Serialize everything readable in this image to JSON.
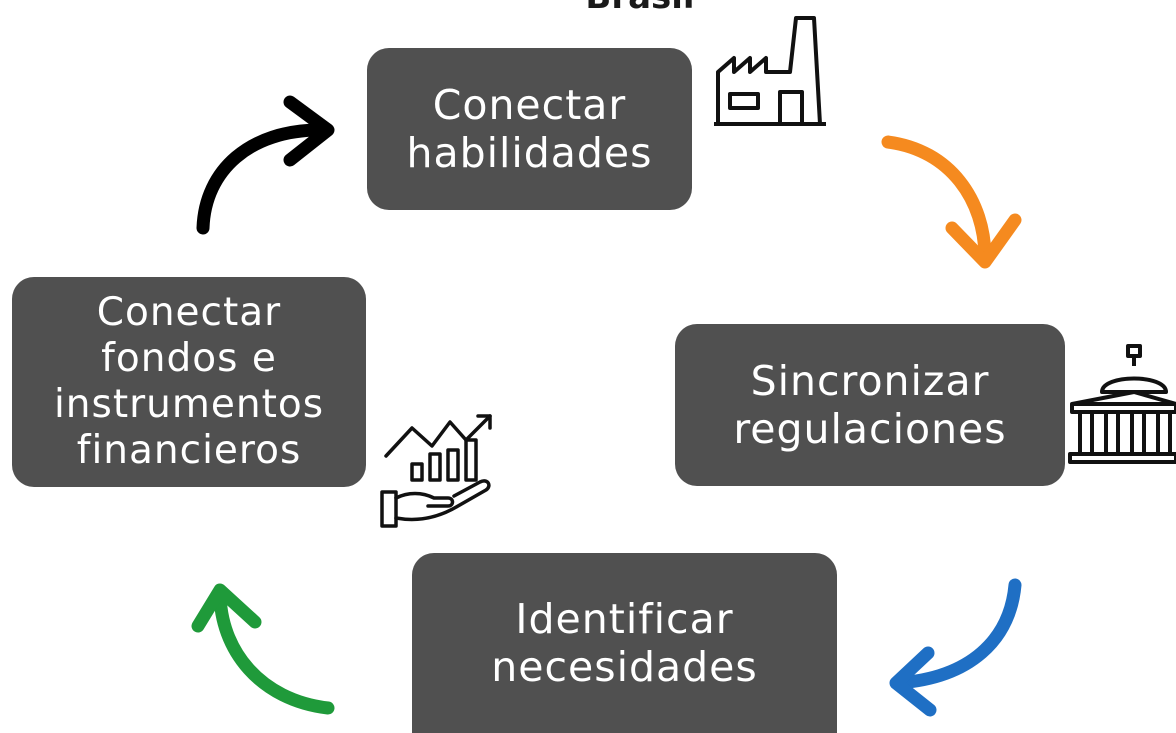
{
  "header": {
    "title": "Brasil"
  },
  "cycle": {
    "skills": {
      "line1": "Conectar",
      "line2": "habilidades"
    },
    "regulations": {
      "line1": "Sincronizar",
      "line2": "regulaciones"
    },
    "needs": {
      "line1": "Identificar",
      "line2": "necesidades"
    },
    "funds": {
      "line1": "Conectar",
      "line2": "fondos e",
      "line3": "instrumentos",
      "line4": "financieros"
    }
  },
  "arrows": {
    "top_right": {
      "color": "#f58a1f"
    },
    "bottom_right": {
      "color": "#1f6fc4"
    },
    "bottom_left": {
      "color": "#1f9a3a"
    },
    "top_left": {
      "color": "#000000"
    }
  },
  "icons": {
    "skills": "factory-icon",
    "regulations": "government-building-icon",
    "funds": "investment-growth-icon"
  }
}
